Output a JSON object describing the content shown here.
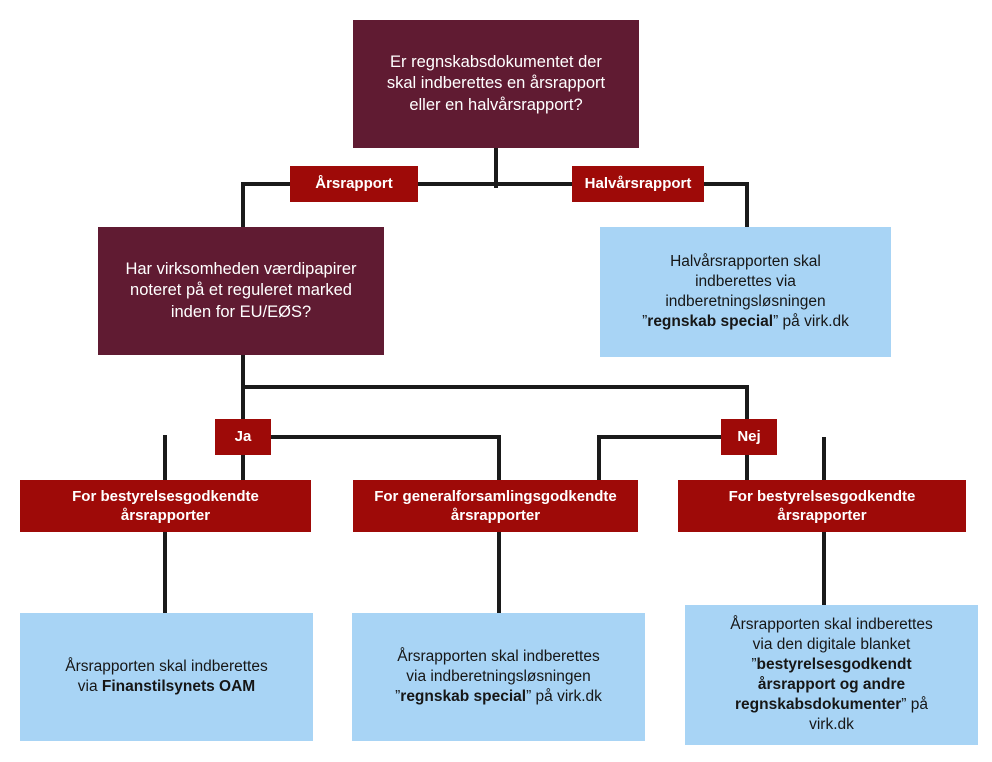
{
  "diagram": {
    "title": "Indberetning af regnskabsdokumenter - beslutningstrae",
    "colors": {
      "maroon": "#601B32",
      "red": "#9E0A08",
      "blue": "#A8D4F5",
      "line": "#1A1A1A",
      "background": "#FFFFFF",
      "text_light": "#FFFFFF",
      "text_dark": "#161616"
    },
    "nodes": {
      "question_root": {
        "type": "decision",
        "style": "maroon",
        "text": "Er regnskabsdokumentet der\nskal indberettes en årsrapport\neller en halvårsrapport?"
      },
      "branch_arsrapport": {
        "type": "branch-label",
        "style": "red",
        "text": "Årsrapport"
      },
      "branch_halvarsrapport": {
        "type": "branch-label",
        "style": "red",
        "text": "Halvårsrapport"
      },
      "question_listed": {
        "type": "decision",
        "style": "maroon",
        "text": "Har virksomheden værdipapirer\nnoteret på et reguleret marked\ninden for EU/EØS?"
      },
      "outcome_halvars": {
        "type": "outcome",
        "style": "blue",
        "line1": "Halvårsrapporten skal",
        "line2": "indberettes via",
        "line3": "indberetningsløsningen",
        "line4_pre": "”",
        "line4_bold": "regnskab special",
        "line4_post": "” på virk.dk"
      },
      "branch_ja": {
        "type": "branch-label",
        "style": "red",
        "text": "Ja"
      },
      "branch_nej": {
        "type": "branch-label",
        "style": "red",
        "text": "Nej"
      },
      "category_board_left": {
        "type": "category",
        "style": "red",
        "text": "For bestyrelsesgodkendte\nårsrapporter"
      },
      "category_general_assembly": {
        "type": "category",
        "style": "red",
        "text": "For generalforsamlingsgodkendte\nårsrapporter"
      },
      "category_board_right": {
        "type": "category",
        "style": "red",
        "text": "For bestyrelsesgodkendte\nårsrapporter"
      },
      "outcome_oam": {
        "type": "outcome",
        "style": "blue",
        "line1": "Årsrapporten skal indberettes",
        "line2_pre": "via ",
        "line2_bold": "Finanstilsynets OAM",
        "line2_post": ""
      },
      "outcome_regnskab_special": {
        "type": "outcome",
        "style": "blue",
        "line1": "Årsrapporten skal indberettes",
        "line2": "via indberetningsløsningen",
        "line3_pre": "”",
        "line3_bold": "regnskab special",
        "line3_post": "” på virk.dk"
      },
      "outcome_digital_blanket": {
        "type": "outcome",
        "style": "blue",
        "line1": "Årsrapporten skal indberettes",
        "line2": "via den digitale blanket",
        "line3_pre": "”",
        "line3_bold": "bestyrelsesgodkendt",
        "line4_bold": "årsrapport og andre",
        "line5_bold": "regnskabsdokumenter",
        "line5_post": "” på",
        "line6": "virk.dk"
      }
    }
  }
}
